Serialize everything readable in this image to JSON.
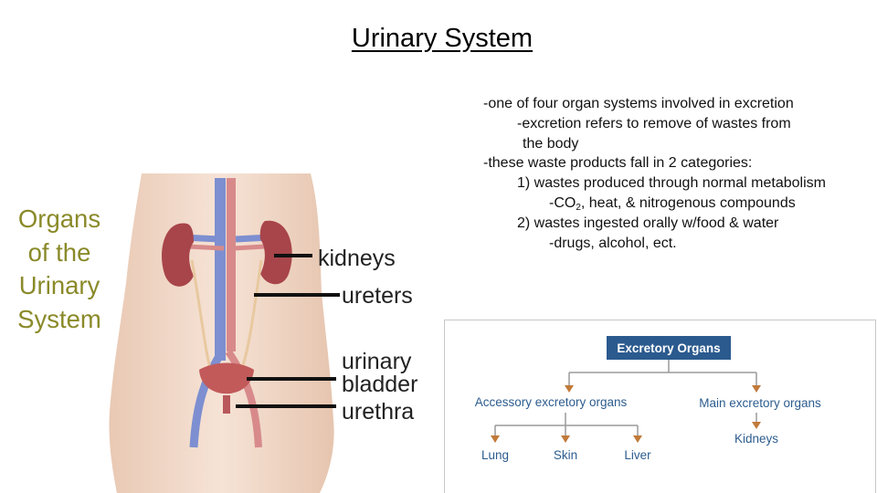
{
  "slide": {
    "title": "Urinary System"
  },
  "bullets": [
    "-one of four organ systems involved in excretion",
    "-excretion refers to remove of wastes from",
    "the body",
    "-these waste products fall in 2 categories:",
    "1) wastes produced through normal metabolism",
    "-CO",
    "2",
    ", heat, & nitrogenous compounds",
    "2) wastes ingested orally w/food & water",
    "-drugs, alcohol, ect."
  ],
  "anatomy": {
    "heading_lines": [
      "Organs",
      "of the",
      "Urinary",
      "System"
    ],
    "labels": {
      "kidneys": "kidneys",
      "ureters": "ureters",
      "bladder_line1": "urinary",
      "bladder_line2": "bladder",
      "urethra": "urethra"
    }
  },
  "excretory_chart": {
    "root": "Excretory Organs",
    "branch_accessory": "Accessory excretory organs",
    "branch_main": "Main excretory organs",
    "leaf_lung": "Lung",
    "leaf_skin": "Skin",
    "leaf_liver": "Liver",
    "leaf_kidneys": "Kidneys",
    "colors": {
      "root_box": "#2b5a8e",
      "branch_text": "#2c5c8e",
      "arrow": "#c17a3a",
      "line": "#9a9a9a"
    }
  }
}
